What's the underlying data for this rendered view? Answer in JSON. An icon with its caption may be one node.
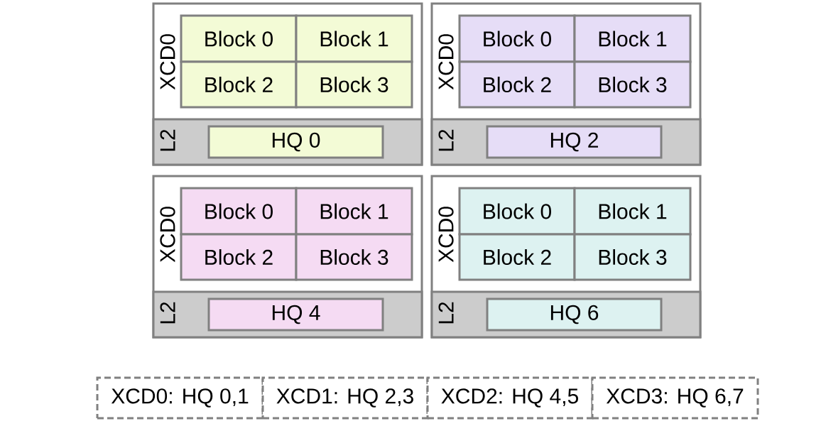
{
  "diagram": {
    "nodes": [
      {
        "text": [
          "XCD0"
        ]
      },
      {
        "text": [
          "Block 0"
        ],
        "in": 0
      },
      {
        "text": [
          "Block 1"
        ],
        "in": 0
      },
      {
        "text": [
          "Block 2"
        ],
        "in": 0
      },
      {
        "text": [
          "Block 3"
        ],
        "in": 0
      },
      {
        "text": [
          "L2"
        ],
        "in": 0
      },
      {
        "text": [
          "HQ 0"
        ],
        "in": 5
      },
      {
        "text": [
          "XCD0"
        ]
      },
      {
        "text": [
          "Block 0"
        ],
        "in": 7
      },
      {
        "text": [
          "Block 1"
        ],
        "in": 7
      },
      {
        "text": [
          "Block 2"
        ],
        "in": 7
      },
      {
        "text": [
          "Block 3"
        ],
        "in": 7
      },
      {
        "text": [
          "L2"
        ],
        "in": 7
      },
      {
        "text": [
          "HQ 2"
        ],
        "in": 12
      },
      {
        "text": [
          "XCD0"
        ]
      },
      {
        "text": [
          "Block 0"
        ],
        "in": 14
      },
      {
        "text": [
          "Block 1"
        ],
        "in": 14
      },
      {
        "text": [
          "Block 2"
        ],
        "in": 14
      },
      {
        "text": [
          "Block 3"
        ],
        "in": 14
      },
      {
        "text": [
          "L2"
        ],
        "in": 14
      },
      {
        "text": [
          "HQ 4"
        ],
        "in": 19
      },
      {
        "text": [
          "XCD0"
        ]
      },
      {
        "text": [
          "Block 0"
        ],
        "in": 21
      },
      {
        "text": [
          "Block 1"
        ],
        "in": 21
      },
      {
        "text": [
          "Block 2"
        ],
        "in": 21
      },
      {
        "text": [
          "Block 3"
        ],
        "in": 21
      },
      {
        "text": [
          "L2"
        ],
        "in": 21
      },
      {
        "text": [
          "HQ 6"
        ],
        "in": 26
      },
      {
        "text": [
          "XCD0: HQ 0,1"
        ]
      },
      {
        "text": [
          "XCD1: HQ 2,3"
        ]
      },
      {
        "text": [
          "XCD2: HQ 4,5"
        ]
      },
      {
        "text": [
          "XCD3: HQ 6,7"
        ]
      }
    ]
  }
}
